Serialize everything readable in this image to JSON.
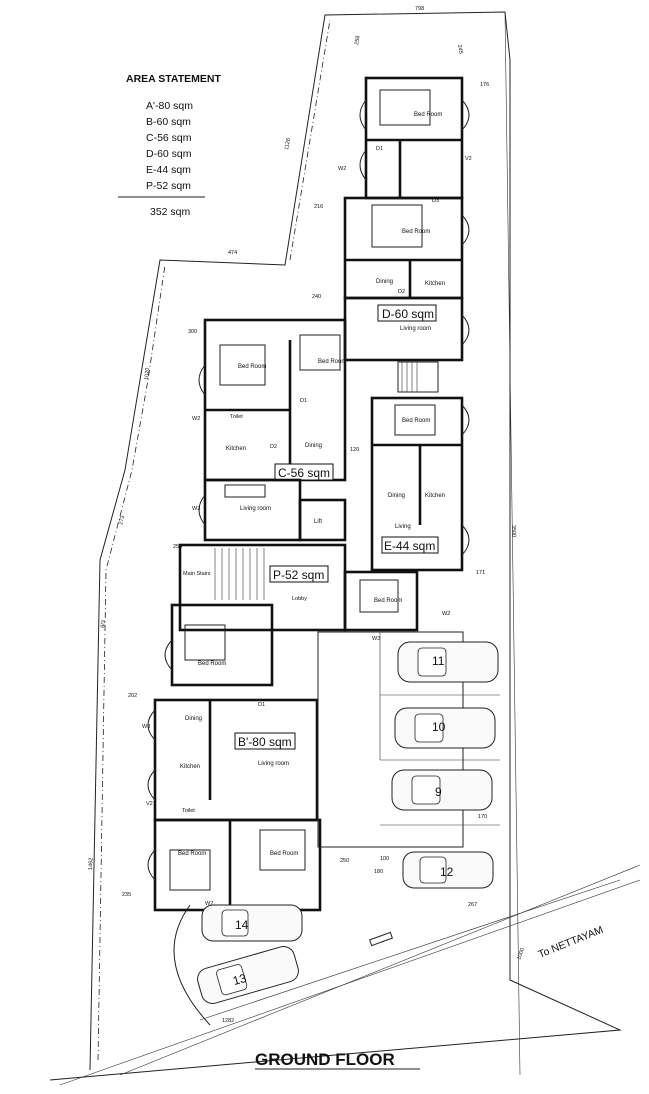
{
  "title": "GROUND FLOOR",
  "direction_label": "To NETTAYAM",
  "area_statement": {
    "heading": "AREA STATEMENT",
    "items": [
      "A'-80 sqm",
      "B-60 sqm",
      "C-56 sqm",
      "D-60 sqm",
      "E-44 sqm",
      "P-52 sqm"
    ],
    "total": "352 sqm"
  },
  "units": {
    "d": "D-60 sqm",
    "c": "C-56 sqm",
    "e": "E-44 sqm",
    "p": "P-52 sqm",
    "b": "B'-80 sqm"
  },
  "rooms": {
    "bed_room": "Bed Room",
    "dining": "Dining",
    "kitchen": "Kitchen",
    "living_room": "Living room",
    "living": "Living",
    "toilet": "Toilet",
    "main_stairs": "Main Stairs",
    "lobby": "Lobby",
    "lift": "Lift"
  },
  "parking_numbers": [
    "11",
    "10",
    "9",
    "12",
    "14",
    "13"
  ],
  "dimensions": {
    "top": "798",
    "d1": "258",
    "d2": "245",
    "d3": "176",
    "d4": "1126",
    "d5": "216",
    "d6": "474",
    "d7": "1020",
    "d8": "240",
    "d9": "300",
    "d10": "120",
    "d11": "255",
    "d12": "202",
    "d13": "235",
    "d14": "1462",
    "d15": "3500",
    "d16": "273",
    "d17": "6/3",
    "d18": "1282",
    "d19": "250",
    "d20": "180",
    "d21": "170",
    "d22": "171",
    "d23": "267",
    "d24": "100",
    "d25": "1000"
  },
  "fixtures": {
    "w2": "W2",
    "w3": "W3",
    "v2": "V2",
    "d1": "D1",
    "d2": "D2",
    "d3": "D3"
  }
}
